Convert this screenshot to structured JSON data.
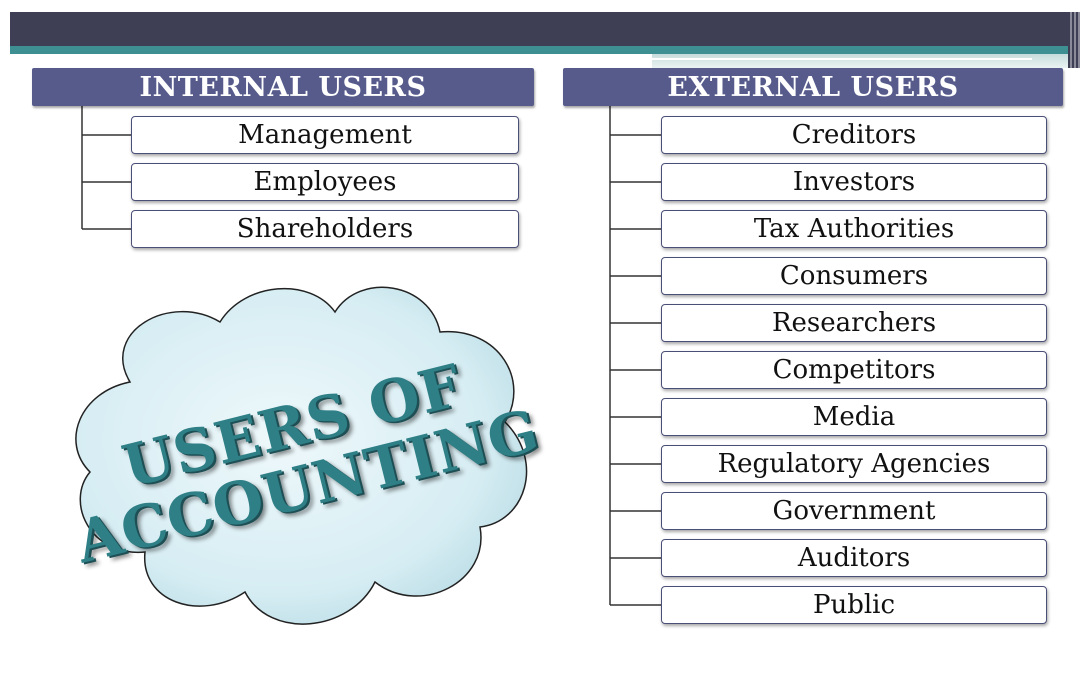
{
  "internal": {
    "title": "INTERNAL USERS",
    "items": [
      "Management",
      "Employees",
      "Shareholders"
    ]
  },
  "external": {
    "title": "EXTERNAL USERS",
    "items": [
      "Creditors",
      "Investors",
      "Tax Authorities",
      "Consumers",
      "Researchers",
      "Competitors",
      "Media",
      "Regulatory Agencies",
      "Government",
      "Auditors",
      "Public"
    ]
  },
  "cloud": {
    "line1": "USERS OF",
    "line2": "ACCOUNTING"
  },
  "colors": {
    "header_fill": "#565b8c",
    "banner_dark": "#3e3f55",
    "banner_teal": "#3e8f92",
    "cloud_fill": "#d8eef4",
    "cloud_text": "#2e7f86"
  }
}
